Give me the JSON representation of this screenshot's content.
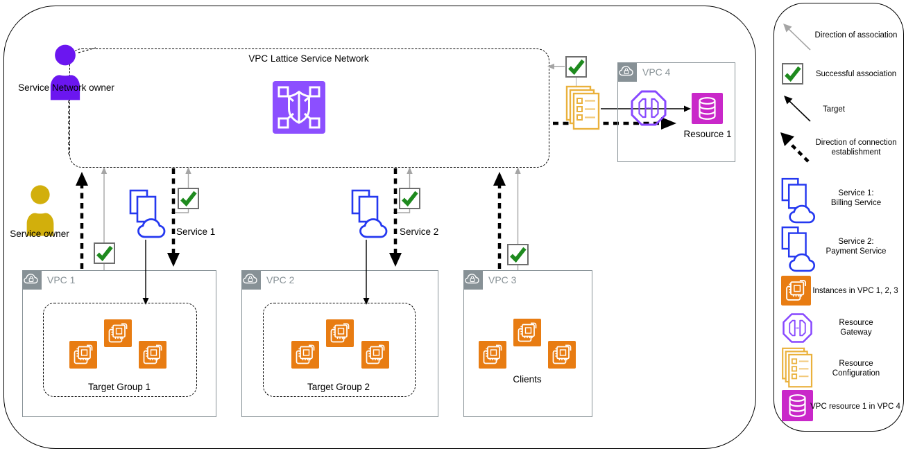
{
  "diagram": {
    "service_network_title": "VPC Lattice Service Network",
    "actors": {
      "service_network_owner": "Service Network owner",
      "service_owner": "Service owner"
    },
    "services": {
      "service1_label": "Service 1",
      "service2_label": "Service 2"
    },
    "vpcs": {
      "vpc1_label": "VPC 1",
      "vpc2_label": "VPC 2",
      "vpc3_label": "VPC 3",
      "vpc4_label": "VPC 4"
    },
    "groups": {
      "target_group1_label": "Target Group 1",
      "target_group2_label": "Target Group 2",
      "clients_label": "Clients"
    },
    "resources": {
      "resource1_label": "Resource 1"
    }
  },
  "legend": {
    "items": [
      {
        "icon": "association-arrow-icon",
        "label": "Direction of association"
      },
      {
        "icon": "success-check-icon",
        "label": "Successful association"
      },
      {
        "icon": "target-arrow-icon",
        "label": "Target"
      },
      {
        "icon": "connection-dashed-arrow-icon",
        "label": "Direction of connection\nestablishment"
      },
      {
        "icon": "service-icon",
        "label": "Service 1:\nBilling Service"
      },
      {
        "icon": "service-icon",
        "label": "Service 2:\nPayment Service"
      },
      {
        "icon": "instance-icon",
        "label": "Instances in VPC 1, 2, 3"
      },
      {
        "icon": "resource-gateway-icon",
        "label": "Resource\nGateway"
      },
      {
        "icon": "resource-configuration-icon",
        "label": "Resource\nConfiguration"
      },
      {
        "icon": "vpc-resource-icon",
        "label": "VPC resource 1 in VPC 4"
      }
    ]
  },
  "colors": {
    "owner_purple": "#6B16F0",
    "owner_yellow": "#D2AF0C",
    "lattice_purple": "#8C4FFF",
    "service_blue": "#2438F0",
    "instance_orange": "#E87C12",
    "gateway_purple": "#8747FF",
    "resource_magenta": "#C928C9",
    "config_gold": "#EAB13C",
    "vpc_gray": "#879196",
    "check_green": "#1E8A1E",
    "association_gray": "#A5A5A5",
    "line_black": "#000000"
  }
}
